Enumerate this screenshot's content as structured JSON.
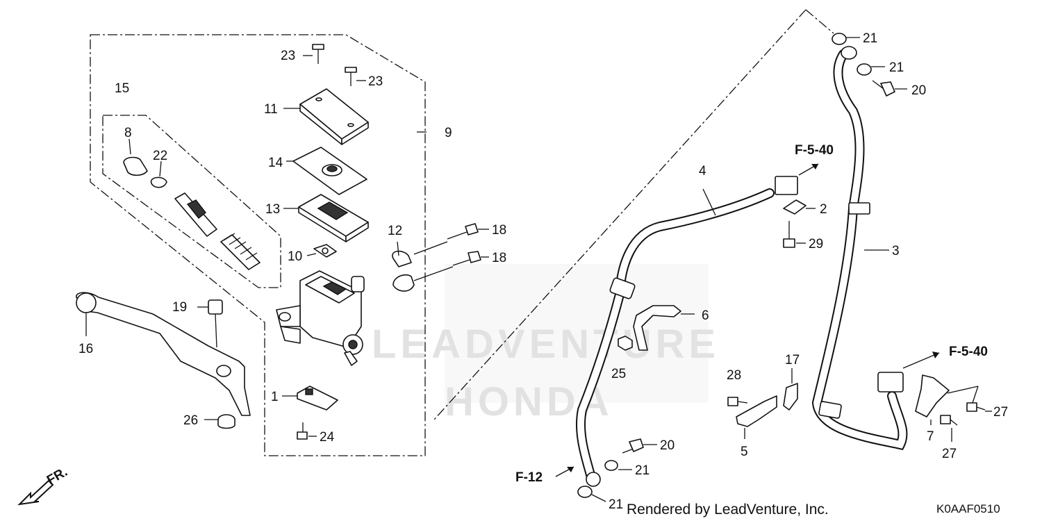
{
  "watermark": {
    "line1": "LEADVENTURE",
    "line2": "HONDA"
  },
  "footer": {
    "rendered_by": "Rendered by LeadVenture, Inc.",
    "diagram_code": "K0AAF0510"
  },
  "direction_indicator": "FR.",
  "references": {
    "ref_f540_top": "F-5-40",
    "ref_f540_right": "F-5-40",
    "ref_f12": "F-12"
  },
  "callouts": {
    "c1": "1",
    "c2": "2",
    "c3": "3",
    "c4": "4",
    "c5": "5",
    "c6": "6",
    "c7": "7",
    "c8": "8",
    "c9": "9",
    "c10": "10",
    "c11": "11",
    "c12": "12",
    "c13": "13",
    "c14": "14",
    "c15": "15",
    "c16": "16",
    "c17": "17",
    "c18a": "18",
    "c18b": "18",
    "c19": "19",
    "c20a": "20",
    "c20b": "20",
    "c21a": "21",
    "c21b": "21",
    "c21c": "21",
    "c21d": "21",
    "c22": "22",
    "c23a": "23",
    "c23b": "23",
    "c24": "24",
    "c25": "25",
    "c26": "26",
    "c27a": "27",
    "c27b": "27",
    "c28": "28",
    "c29": "29"
  }
}
